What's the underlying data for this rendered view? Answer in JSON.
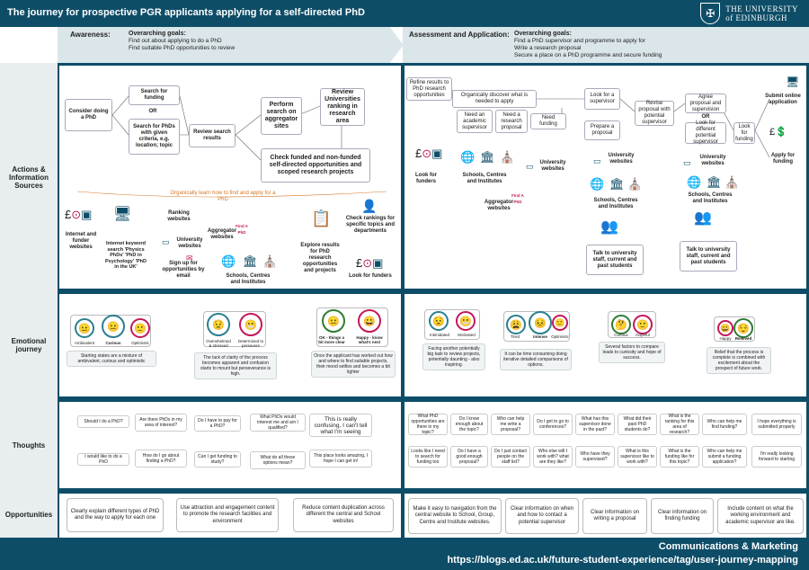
{
  "header": {
    "title": "The journey for prospective PGR applicants applying for a self-directed PhD",
    "logo_line1": "THE UNIVERSITY",
    "logo_line2": "of EDINBURGH"
  },
  "phases": {
    "awareness": {
      "title": "Awareness:",
      "goals_heading": "Overarching goals:",
      "goals": [
        "Find out about applying to do a PhD",
        "Find suitable PhD opportunities to review"
      ]
    },
    "assessment": {
      "title": "Assessment and Application:",
      "goals_heading": "Overarching goals:",
      "goals": [
        "Find a PhD supervisor and programme to apply for",
        "Write a research proposal",
        "Secure a place on a PhD programme and secure funding"
      ]
    }
  },
  "rows": {
    "actions": "Actions & Information Sources",
    "emotional": "Emotional journey",
    "thoughts": "Thoughts",
    "opportunities": "Opportunities"
  },
  "awareness_actions": {
    "consider": "Consider doing a PhD",
    "search_funding": "Search for funding",
    "or": "OR",
    "search_phds": "Search for PhDs with given criteria, e.g. location; topic",
    "review_results": "Review search results",
    "perform_search": "Perform search on aggregator sites",
    "review_rankings": "Review Universities ranking in research area",
    "check_funded": "Check funded and non-funded self-directed opportunities and scoped research projects",
    "organically": "Organically learn how to find and apply for a PhD",
    "internet_funder": "Internet and funder websites",
    "internet_keyword": "Internet keyword search 'Physics PhDs' 'PhD in Psychology' 'PhD in the UK'",
    "ranking_websites": "Ranking websites",
    "university_websites": "University websites",
    "sign_up": "Sign up for opportunities by email",
    "aggregator": "Aggregator websites",
    "schools": "Schools, Centres and Institutes",
    "explore_results": "Explore results for PhD research opportunities and projects",
    "check_rankings": "Check rankings for specific topics and departments",
    "look_funders": "Look for funders",
    "find_a_phd": "Find A PhD"
  },
  "assessment_actions": {
    "refine": "Refine results to PhD research opportunities",
    "discover": "Organically discover what is needed to apply",
    "need_supervisor": "Need an academic supervisor",
    "need_proposal": "Need a research proposal",
    "need_funding": "Need funding",
    "look_supervisor": "Look for a supervisor",
    "prepare_proposal": "Prepare a proposal",
    "revise_proposal": "Revise proposal with potential supervisor",
    "agree_proposal": "Agree proposal and supervision",
    "or": "OR",
    "look_different": "Look for different potential supervisor",
    "look_funding": "Look for funding",
    "submit_online": "Submit online application",
    "apply_funding": "Apply for funding",
    "look_funders": "Look for funders",
    "schools": "Schools, Centres and Institutes",
    "university_websites": "University websites",
    "aggregator": "Aggregator websites",
    "find_a_phd": "Find A PhD",
    "university_websites2": "University websites",
    "schools2": "Schools, Centres and Institutes",
    "talk_staff": "Talk to university staff, current and past students",
    "university_websites3": "University websites",
    "schools3": "Schools, Centres and Institutes",
    "talk_staff2": "Talk to university staff, current and past students"
  },
  "emotions": {
    "a1_labels": [
      "Ambivalent",
      "Curious",
      "Optimistic"
    ],
    "a1_text": "Starting states are a mixture of ambivalent, curious and optimistic",
    "a2_labels": [
      "Overwhelmed & stressed",
      "Determined to persevere"
    ],
    "a2_text": "The lack of clarity of the process becomes apparent and confusion starts to mount but perseverance is high.",
    "a3_labels": [
      "OK - things a bit more clear",
      "Happy - know what's next"
    ],
    "a3_text": "Once the applicant has worked out how and where to find suitable projects, their mood settles and becomes a bit lighter",
    "b1_labels": [
      "Intimidated",
      "Motivated"
    ],
    "b1_text": "Facing another potentially big task to review projects, potentially daunting - also inspiring.",
    "b2_labels": [
      "Tired",
      "Intense",
      "Optimistic"
    ],
    "b2_text": "It can be time consuming doing iterative detailed comparisons of options.",
    "b3_labels": [
      "Curious",
      "Hopeful"
    ],
    "b3_text": "Several factors to compare leads to curiosity and hope of success.",
    "b4_labels": [
      "Happy",
      "Relieved"
    ],
    "b4_text": "Relief that the process is complete is combined with excitement about the prospect of future work."
  },
  "thoughts": {
    "a": [
      "Should I do a PhD?",
      "I would like to do a PhD",
      "Are there PhDs in my area of interest?",
      "How do I go about finding a PhD?",
      "Do I have to pay for a PhD?",
      "Can I get funding to study?",
      "What PhDs would interest me and am I qualified?",
      "What do all these options mean?",
      "This is really confusing, I can't tell what I'm seeing",
      "This place looks amazing, I hope I can get in!"
    ],
    "b": [
      "What PhD opportunities are there in my topic?",
      "Looks like I need to search for funding too",
      "Do I know enough about the topic?",
      "Do I have a good enough proposal?",
      "Who can help me write a proposal?",
      "Do I just contact people on the staff list?",
      "Do I get to go to conferences?",
      "Who else will I work with? what are they like?",
      "What has this supervisor done in the past?",
      "Who have they supervised?",
      "What did their past PhD students do?",
      "What is this supervisor like to work with?",
      "What is the ranking for this area of research?",
      "What is the funding like for this topic?",
      "Who can help me find funding?",
      "Who can help me submit a funding application?",
      "I hope everything is submitted properly",
      "I'm really looking forward to starting"
    ]
  },
  "opportunities": {
    "a": [
      "Clearly explain different types of PhD and the way to apply for each one",
      "Use attraction and engagement content to promote the research facilities and environment",
      "Reduce content duplication across different the central and School websites"
    ],
    "b": [
      "Make it easy to navigation from the central website to School, Group, Centre and Institute websites.",
      "Clear information on when and how to contact a potential supervisor",
      "Clear information on writing a proposal",
      "Clear information on finding funding",
      "Include content on what the working environment and academic supervisor are like."
    ]
  },
  "footer": {
    "line1": "Communications & Marketing",
    "line2": "https://blogs.ed.ac.uk/future-student-experience/tag/user-journey-mapping"
  },
  "colors": {
    "brand": "#0e4d67",
    "accent": "#d5792a",
    "teal": "#2a7f8f",
    "pink": "#c2185b",
    "green": "#2f7d32"
  }
}
